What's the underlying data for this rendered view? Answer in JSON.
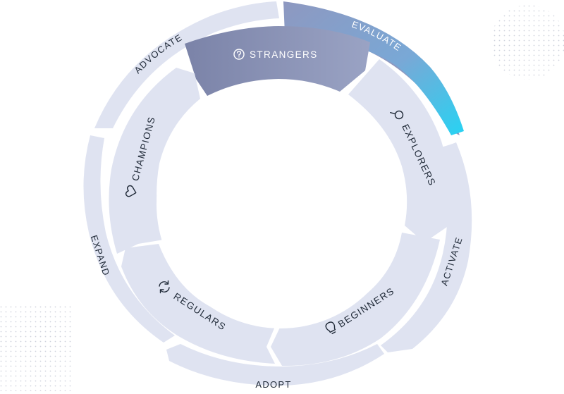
{
  "outer_ring": [
    {
      "label": "EVALUATE"
    },
    {
      "label": "ACTIVATE"
    },
    {
      "label": "ADOPT"
    },
    {
      "label": "EXPAND"
    },
    {
      "label": "ADVOCATE"
    }
  ],
  "inner_ring": [
    {
      "label": "STRANGERS",
      "icon": "question-circle-icon"
    },
    {
      "label": "EXPLORERS",
      "icon": "magnifier-icon"
    },
    {
      "label": "BEGINNERS",
      "icon": "lightbulb-icon"
    },
    {
      "label": "REGULARS",
      "icon": "refresh-icon"
    },
    {
      "label": "CHAMPIONS",
      "icon": "heart-icon"
    }
  ],
  "colors": {
    "segment": "#dfe3f1",
    "strangers_from": "#7b83a8",
    "strangers_to": "#98a2c2",
    "evaluate_from": "#8f9bc4",
    "evaluate_to": "#2ad0f2",
    "text": "#1f2937",
    "dots": "#c9ced8"
  }
}
